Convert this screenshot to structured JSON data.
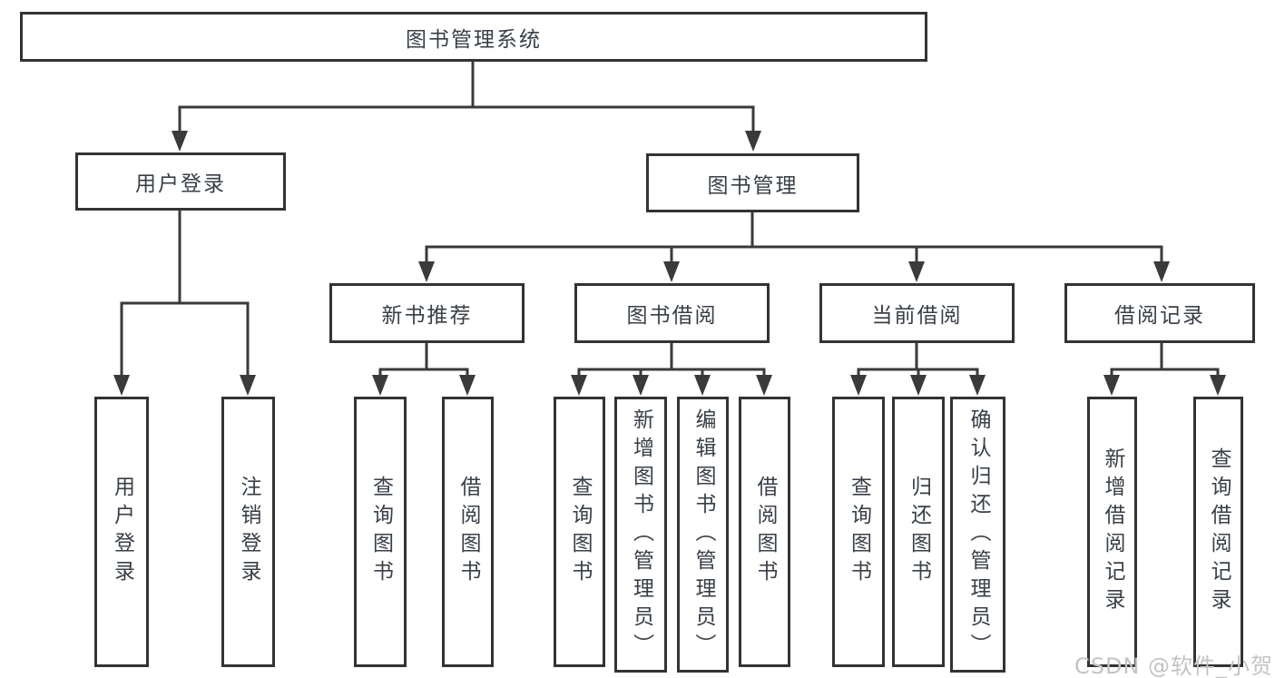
{
  "diagram": {
    "tree": {
      "root": {
        "label": "图书管理系统"
      },
      "level2": [
        {
          "label": "用户登录",
          "children": [
            {
              "label": "用户登录"
            },
            {
              "label": "注销登录"
            }
          ]
        },
        {
          "label": "图书管理",
          "children": [
            {
              "label": "新书推荐",
              "children": [
                {
                  "label": "查询图书"
                },
                {
                  "label": "借阅图书"
                }
              ]
            },
            {
              "label": "图书借阅",
              "children": [
                {
                  "label": "查询图书"
                },
                {
                  "label": "新增图书（管理员）"
                },
                {
                  "label": "编辑图书（管理员）"
                },
                {
                  "label": "借阅图书"
                }
              ]
            },
            {
              "label": "当前借阅",
              "children": [
                {
                  "label": "查询图书"
                },
                {
                  "label": "归还图书"
                },
                {
                  "label": "确认归还（管理员）"
                }
              ]
            },
            {
              "label": "借阅记录",
              "children": [
                {
                  "label": "新增借阅记录"
                },
                {
                  "label": "查询借阅记录"
                }
              ]
            }
          ]
        }
      ]
    },
    "colors": {
      "line": "#3a3a3a",
      "box_border": "#333333",
      "text": "#383f47",
      "background": "#ffffff",
      "watermark": "#c3c3c3"
    }
  },
  "watermark": {
    "text": "CSDN @软件_小贺同学"
  }
}
